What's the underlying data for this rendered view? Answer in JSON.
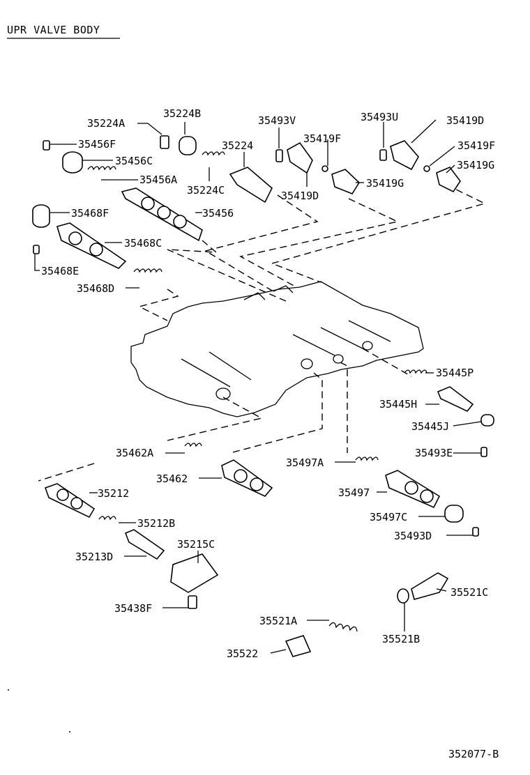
{
  "title": "UPR VALVE BODY",
  "diagram_number": "352077-B",
  "parts": [
    "35224A",
    "35224B",
    "35493V",
    "35493U",
    "35419D",
    "35456F",
    "35224",
    "35419F",
    "35419F",
    "35456C",
    "35419G",
    "35456A",
    "35224C",
    "35419D",
    "35419G",
    "35468F",
    "35456",
    "35468C",
    "35468E",
    "35468D",
    "35445P",
    "35445H",
    "35445J",
    "35462A",
    "35493E",
    "35497A",
    "35462",
    "35212",
    "35497",
    "35212B",
    "35497C",
    "35493D",
    "35213D",
    "35215C",
    "35521C",
    "35438F",
    "35521A",
    "35521B",
    "35522"
  ]
}
